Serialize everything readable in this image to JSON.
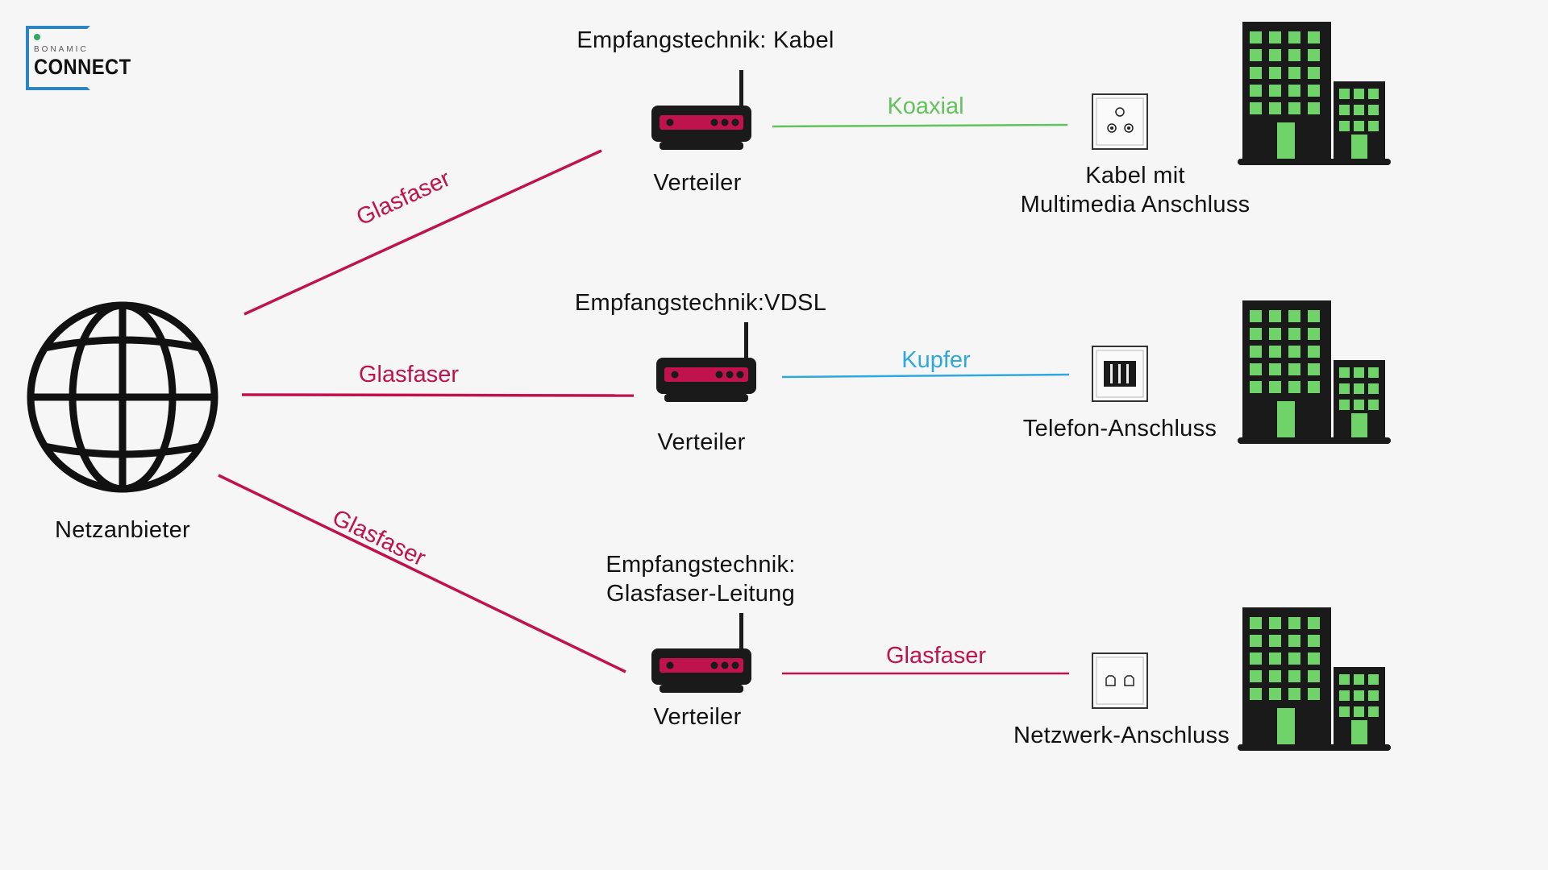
{
  "logo": {
    "small_text": "BONAMIC",
    "brand": "CONNECT"
  },
  "provider": {
    "label": "Netzanbieter"
  },
  "rows": [
    {
      "technique": "Empfangstechnik: Kabel",
      "device": "Verteiler",
      "uplink": "Glasfaser",
      "link": "Koaxial",
      "link_color": "#63c25c",
      "socket": [
        "Kabel mit",
        "Multimedia Anschluss"
      ]
    },
    {
      "technique": "Empfangstechnik:VDSL",
      "device": "Verteiler",
      "uplink": "Glasfaser",
      "link": "Kupfer",
      "link_color": "#2ea8e0",
      "socket": [
        "Telefon-Anschluss"
      ]
    },
    {
      "technique": [
        "Empfangstechnik:",
        "Glasfaser-Leitung"
      ],
      "device": "Verteiler",
      "uplink": "Glasfaser",
      "link": "Glasfaser",
      "link_color": "#c0134e",
      "socket": [
        "Netzwerk-Anschluss"
      ]
    }
  ],
  "colors": {
    "fiber": "#c0134e",
    "router_body": "#1a1a1a",
    "router_panel": "#c0134e",
    "building": "#1a1a1a",
    "window": "#6fd36a",
    "logo_frame": "#2e86c1",
    "logo_dot": "#2faa62"
  }
}
